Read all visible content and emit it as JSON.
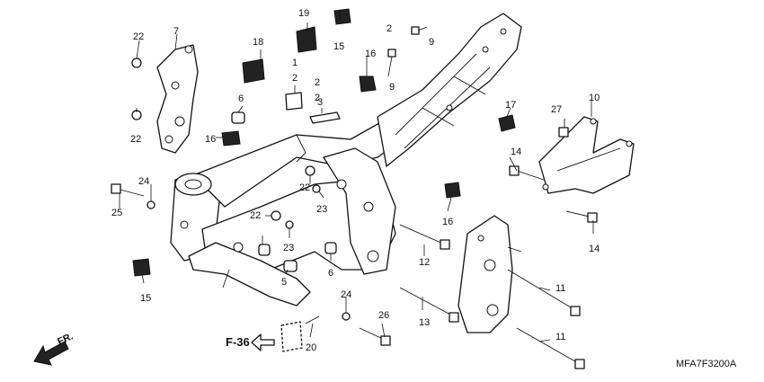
{
  "diagram": {
    "part_numbers": [
      "1",
      "2",
      "2",
      "2",
      "2",
      "3",
      "5",
      "6",
      "6",
      "7",
      "9",
      "9",
      "10",
      "11",
      "11",
      "12",
      "13",
      "14",
      "14",
      "15",
      "15",
      "16",
      "16",
      "16",
      "17",
      "18",
      "19",
      "20",
      "22",
      "22",
      "22",
      "22",
      "23",
      "23",
      "24",
      "24",
      "25",
      "26",
      "27"
    ],
    "reference": "F-36",
    "direction": "FR.",
    "code": "MFA7F3200A"
  }
}
